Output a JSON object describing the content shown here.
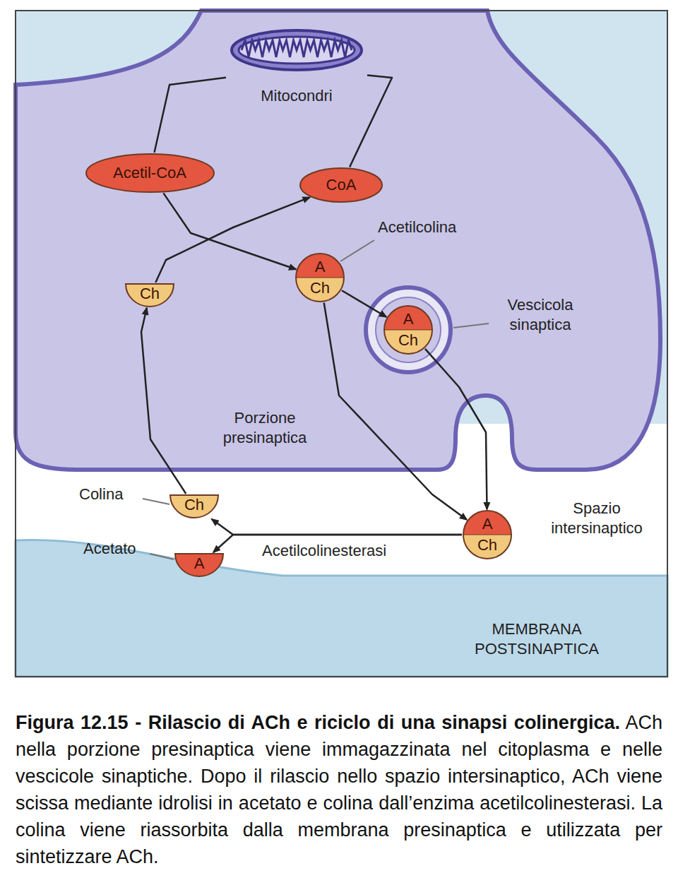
{
  "diagram": {
    "title": "Figura 12.15 - Rilascio di ACh e riciclo di una sinapsi colinergica.",
    "caption": "ACh nella porzione presinaptica viene immagazzinata nel citoplasma e nelle vescicole sinaptiche. Dopo il rilascio nello spazio intersinaptico, ACh viene scissa mediante idrolisi in acetato e colina dall’enzima acetilcolinesterasi. La colina viene riassorbita dalla membrana presinaptica e utilizzata per sintetizzare ACh.",
    "nodes": [
      {
        "text": [
          "Mitocondri"
        ]
      },
      {
        "text": [
          "Acetil-CoA"
        ]
      },
      {
        "text": [
          "CoA"
        ]
      },
      {
        "text": [
          "A",
          "Ch"
        ]
      },
      {
        "text": [
          "Ch"
        ]
      },
      {
        "text": [
          "A",
          "Ch"
        ]
      },
      {
        "text": [
          "Ch"
        ]
      },
      {
        "text": [
          "A"
        ]
      },
      {
        "text": [
          "A",
          "Ch"
        ]
      }
    ],
    "edges": [
      {
        "from": 0,
        "to": 1,
        "arrow": "none"
      },
      {
        "from": 2,
        "to": 0,
        "arrow": "none"
      },
      {
        "from": 1,
        "to": 3,
        "arrow": "to"
      },
      {
        "from": 4,
        "to": 2,
        "arrow": "to"
      },
      {
        "from": 3,
        "to": 5,
        "arrow": "to"
      },
      {
        "from": 5,
        "to": 8,
        "arrow": "to"
      },
      {
        "from": 3,
        "to": 8,
        "arrow": "to"
      },
      {
        "from": 6,
        "to": 4,
        "arrow": "to"
      },
      {
        "from": 8,
        "to": 6,
        "arrow": "to"
      },
      {
        "from": 8,
        "to": 7,
        "arrow": "to"
      }
    ],
    "labels": [
      "Acetilcolina",
      "Vescicola sinaptica",
      "Porzione presinaptica",
      "Colina",
      "Acetato",
      "Acetilcolinesterasi",
      "Spazio intersinaptico",
      "MEMBRANA POSTSINAPTICA"
    ]
  }
}
